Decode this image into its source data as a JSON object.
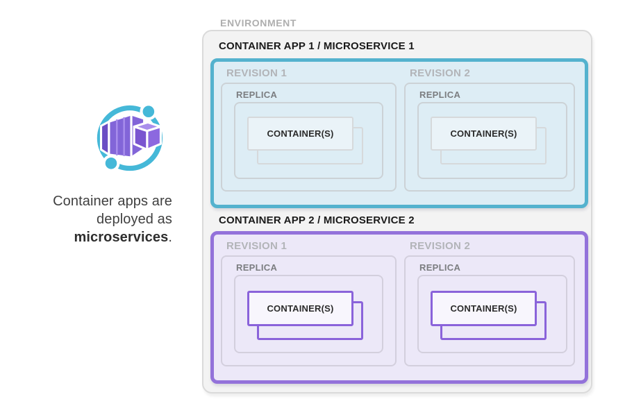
{
  "caption": {
    "line1": "Container apps are",
    "line2": "deployed as",
    "bold": "microservices",
    "suffix": "."
  },
  "icon": {
    "name": "azure-container-apps-icon",
    "teal": "#45b8d8",
    "purple_dark": "#6a4dc4",
    "purple_side": "#7a55d0",
    "purple": "#8265d8",
    "purple_face": "#8c68df",
    "purple_light": "#a98fec",
    "door_line": "#a78ceb"
  },
  "diagram": {
    "environment": {
      "label": "ENVIRONMENT"
    },
    "apps": [
      {
        "label": "CONTAINER APP 1 / MICROSERVICE 1",
        "accent": "#54b2ce",
        "fill": "#ddedf5",
        "box_border": "#ccd2d6",
        "card_border": "#d6d9db",
        "card_fill": "#eaf3f8",
        "revisions": [
          {
            "label": "REVISION 1",
            "replica_label": "REPLICA",
            "container_label": "CONTAINER(S)"
          },
          {
            "label": "REVISION 2",
            "replica_label": "REPLICA",
            "container_label": "CONTAINER(S)"
          }
        ]
      },
      {
        "label": "CONTAINER APP 2 / MICROSERVICE 2",
        "accent": "#9372da",
        "fill": "#ece8f8",
        "box_border": "#d3cfdd",
        "card_border": "#8a63da",
        "card_fill": "#f8f6fd",
        "revisions": [
          {
            "label": "REVISION 1",
            "replica_label": "REPLICA",
            "container_label": "CONTAINER(S)"
          },
          {
            "label": "REVISION 2",
            "replica_label": "REPLICA",
            "container_label": "CONTAINER(S)"
          }
        ]
      }
    ]
  }
}
